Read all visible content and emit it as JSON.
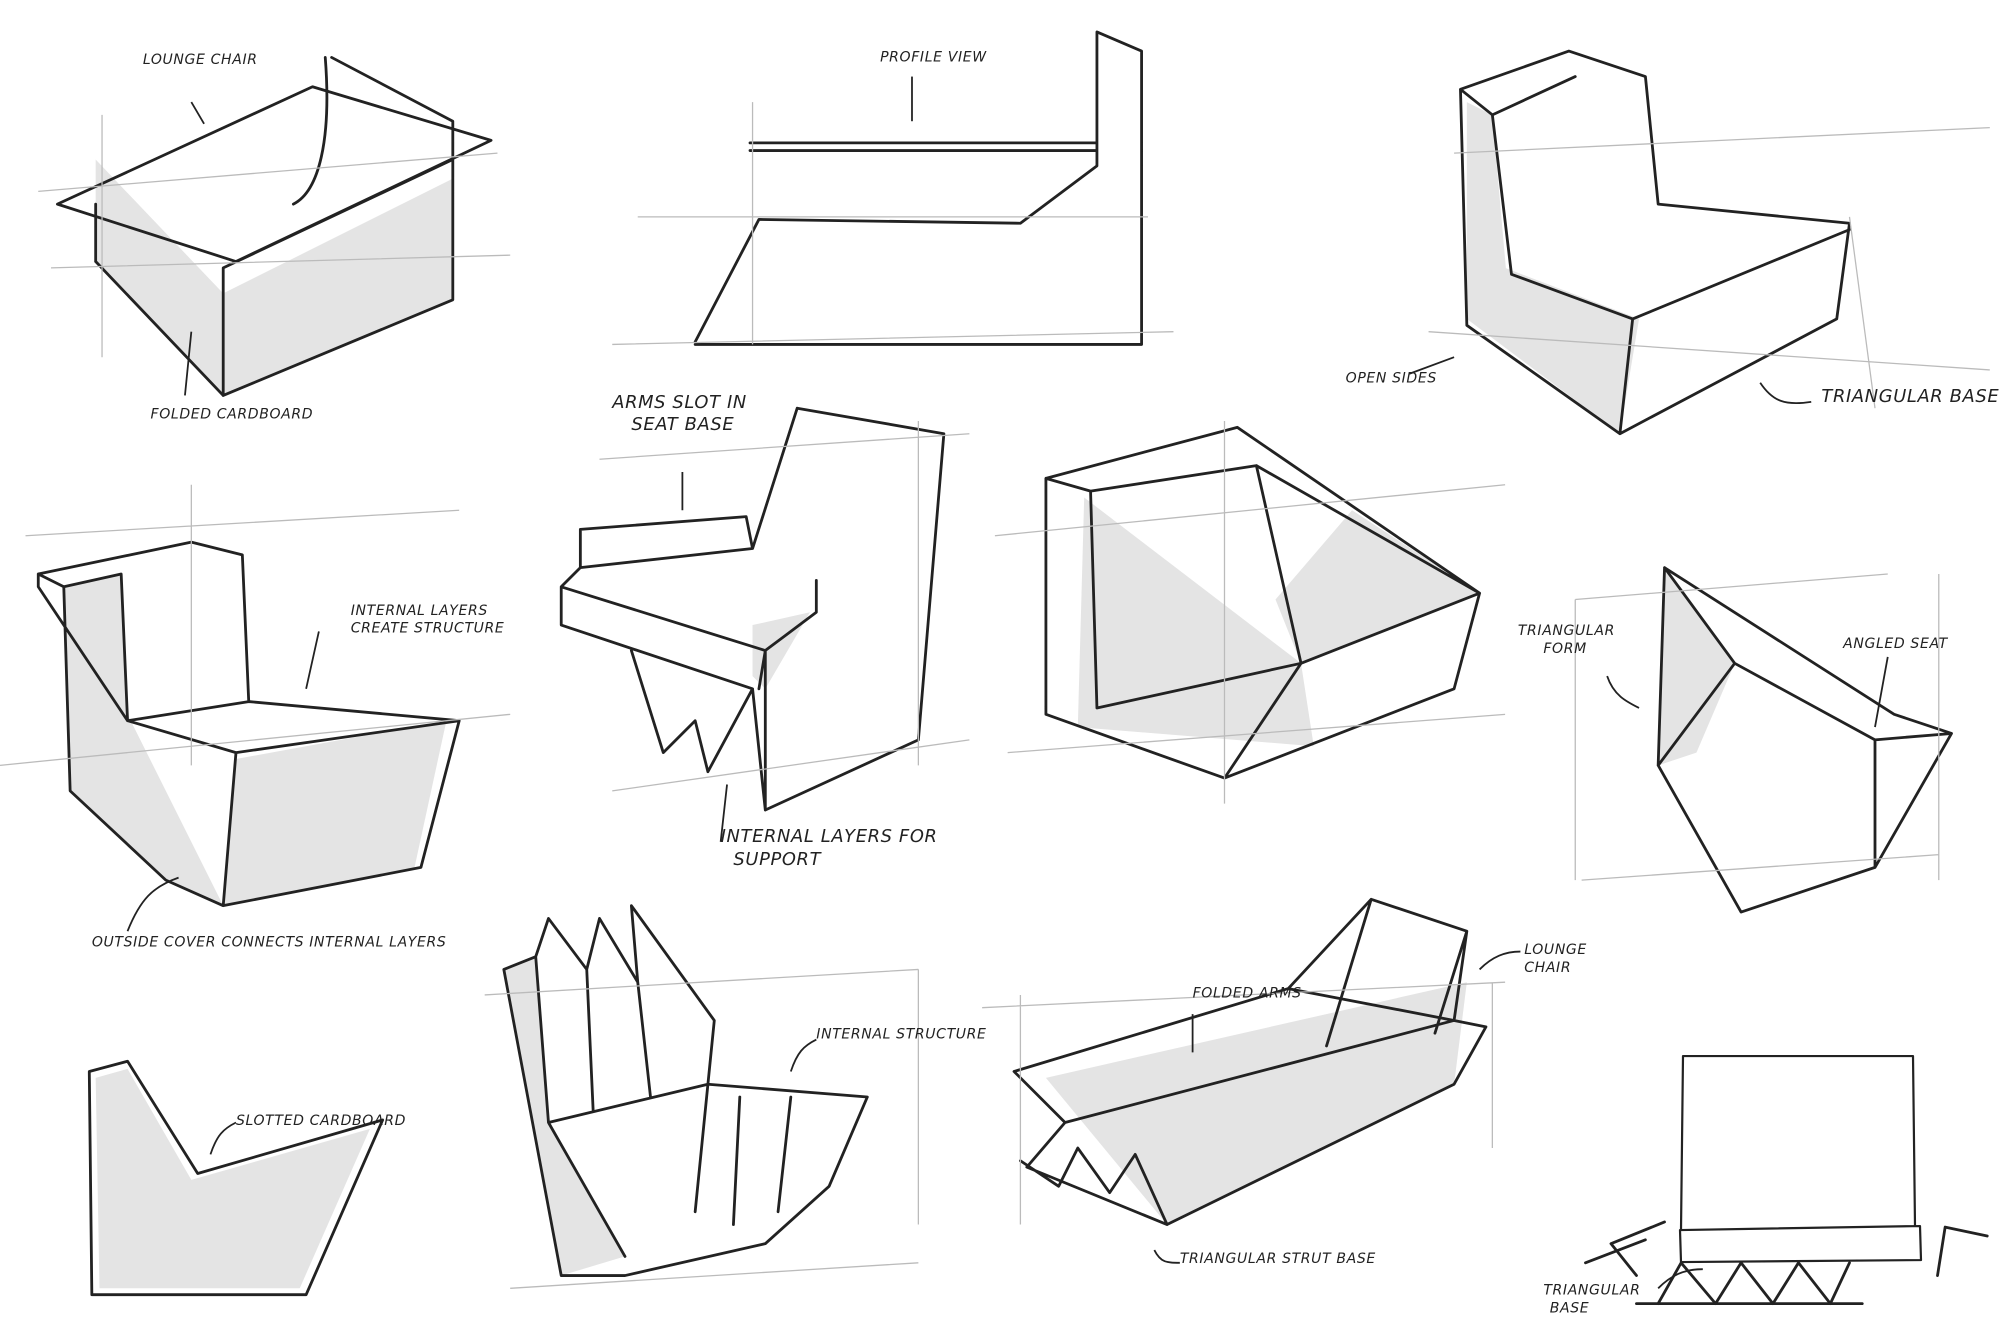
{
  "title": "Cardboard lounge chair concept sketches",
  "sketches": [
    {
      "labels": [
        "LOUNGE CHAIR",
        "FOLDED CARDBOARD"
      ]
    },
    {
      "labels": [
        "PROFILE VIEW"
      ]
    },
    {
      "labels": [
        "OPEN SIDES",
        "TRIANGULAR BASE"
      ]
    },
    {
      "labels": [
        "INTERNAL LAYERS",
        "CREATE STRUCTURE",
        "OUTSIDE COVER CONNECTS INTERNAL LAYERS"
      ]
    },
    {
      "labels": [
        "ARMS SLOT IN",
        "SEAT BASE",
        "INTERNAL LAYERS FOR",
        "SUPPORT"
      ]
    },
    {
      "labels": []
    },
    {
      "labels": [
        "TRIANGULAR",
        "FORM",
        "ANGLED SEAT"
      ]
    },
    {
      "labels": [
        "SLOTTED CARDBOARD"
      ]
    },
    {
      "labels": [
        "INTERNAL STRUCTURE"
      ]
    },
    {
      "labels": [
        "FOLDED ARMS",
        "LOUNGE",
        "CHAIR",
        "TRIANGULAR STRUT BASE"
      ]
    },
    {
      "labels": [
        "TRIANGULAR",
        "BASE"
      ]
    }
  ]
}
